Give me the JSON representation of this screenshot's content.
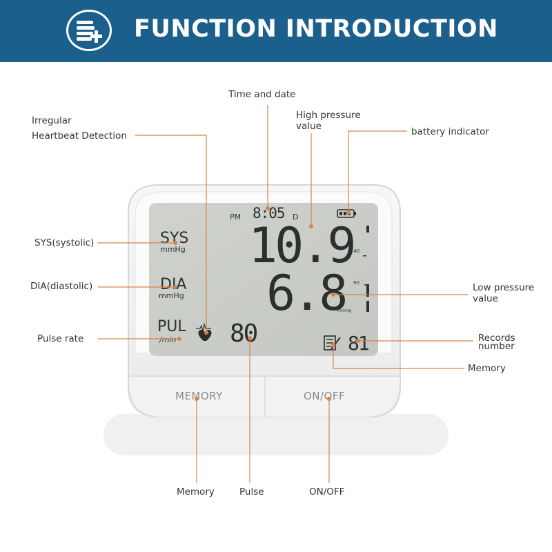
{
  "header": {
    "title": "FUNCTION INTRODUCTION",
    "icon": "medical-kit-plus-icon",
    "background": "#1b5f8c"
  },
  "display": {
    "pm": "PM",
    "time": "8:05",
    "d": "D",
    "sys_label": "SYS",
    "sys_unit": "mmHg",
    "dia_label": "DIA",
    "dia_unit": "mmHg",
    "pul_label": "PUL",
    "pul_unit": "/min",
    "sys_value": "10.9",
    "dia_value": "6.8",
    "pulse_value": "80",
    "scale_140": "140",
    "scale_90": "90",
    "dia_mmhg": "mmHg",
    "record_number": "81"
  },
  "buttons": {
    "memory": "MEMORY",
    "onoff": "ON/OFF"
  },
  "callouts": {
    "time_and_date": "Time and date",
    "irregular_line1": "Irregular",
    "irregular_line2": "Heartbeat Detection",
    "high_pressure_line1": "High pressure",
    "high_pressure_line2": "value",
    "battery_indicator": "battery indicator",
    "sys_systolic": "SYS(systolic)",
    "dia_diastolic": "DIA(diastolic)",
    "low_pressure_line1": "Low pressure",
    "low_pressure_line2": "value",
    "pulse_rate": "Pulse rate",
    "records_line1": "Records",
    "records_line2": "number",
    "memory_right": "Memory",
    "memory_bottom": "Memory",
    "pulse_bottom": "Pulse",
    "onoff_bottom": "ON/OFF"
  },
  "colors": {
    "leader_line": "#d9834a",
    "lcd_background": "#c9ccc7",
    "segment": "#2b2f2d"
  }
}
